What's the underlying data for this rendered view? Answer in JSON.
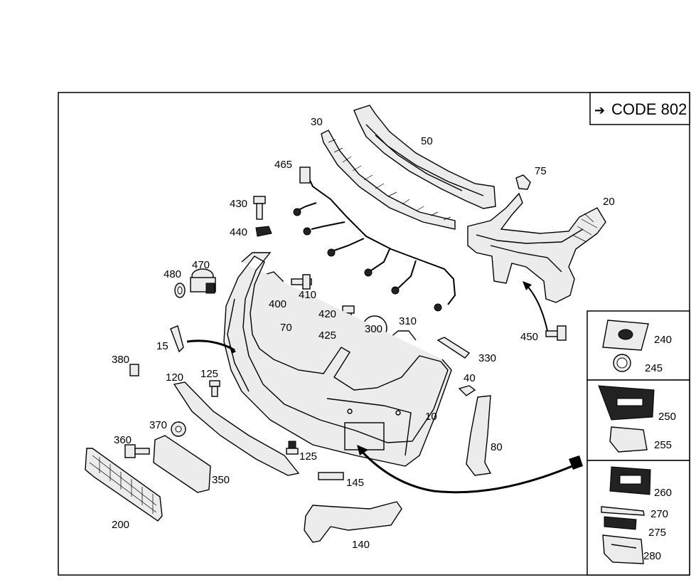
{
  "code_box": {
    "arrow": "➔",
    "text": "CODE 802"
  },
  "labels": {
    "p10": "10",
    "p15": "15",
    "p20": "20",
    "p30": "30",
    "p40": "40",
    "p50": "50",
    "p70": "70",
    "p75": "75",
    "p80": "80",
    "p120": "120",
    "p125a": "125",
    "p125b": "125",
    "p140": "140",
    "p145": "145",
    "p200": "200",
    "p240": "240",
    "p245": "245",
    "p250": "250",
    "p255": "255",
    "p260": "260",
    "p270": "270",
    "p275": "275",
    "p280": "280",
    "p300": "300",
    "p310": "310",
    "p330": "330",
    "p350": "350",
    "p360": "360",
    "p370": "370",
    "p380": "380",
    "p400": "400",
    "p410": "410",
    "p420": "420",
    "p425": "425",
    "p430": "430",
    "p440": "440",
    "p450": "450",
    "p465": "465",
    "p470": "470",
    "p480": "480"
  }
}
